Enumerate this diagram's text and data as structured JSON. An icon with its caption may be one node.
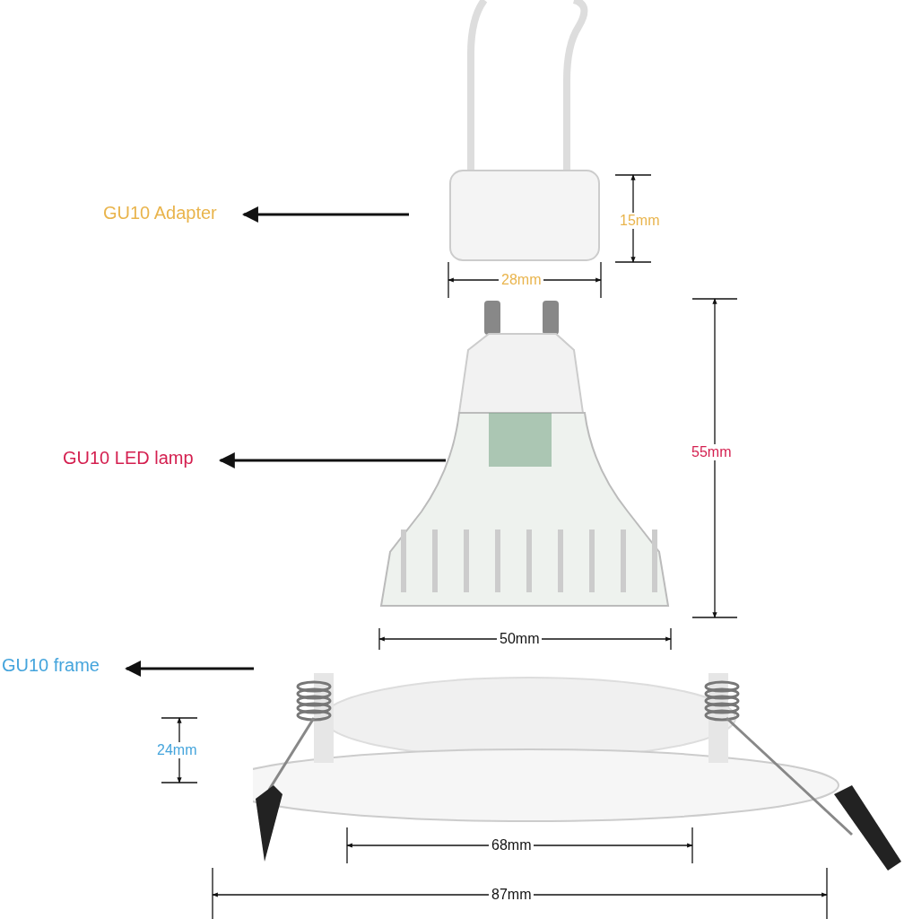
{
  "diagram": {
    "nodes": [
      {
        "text": [
          "GU10 Adapter"
        ]
      },
      {
        "text": [],
        "shape": "picture"
      },
      {
        "text": [
          "GU10 LED lamp"
        ]
      },
      {
        "text": [],
        "shape": "picture"
      },
      {
        "text": [
          "GU10 frame"
        ]
      },
      {
        "text": [],
        "shape": "picture"
      }
    ],
    "edges": [
      {
        "from": 1,
        "to": 0,
        "arrow": "to"
      },
      {
        "from": 3,
        "to": 2,
        "arrow": "to"
      },
      {
        "from": 5,
        "to": 4,
        "arrow": "to"
      }
    ],
    "labels": [
      "15mm",
      "28mm",
      "55mm",
      "50mm",
      "24mm",
      "68mm",
      "87mm"
    ]
  }
}
